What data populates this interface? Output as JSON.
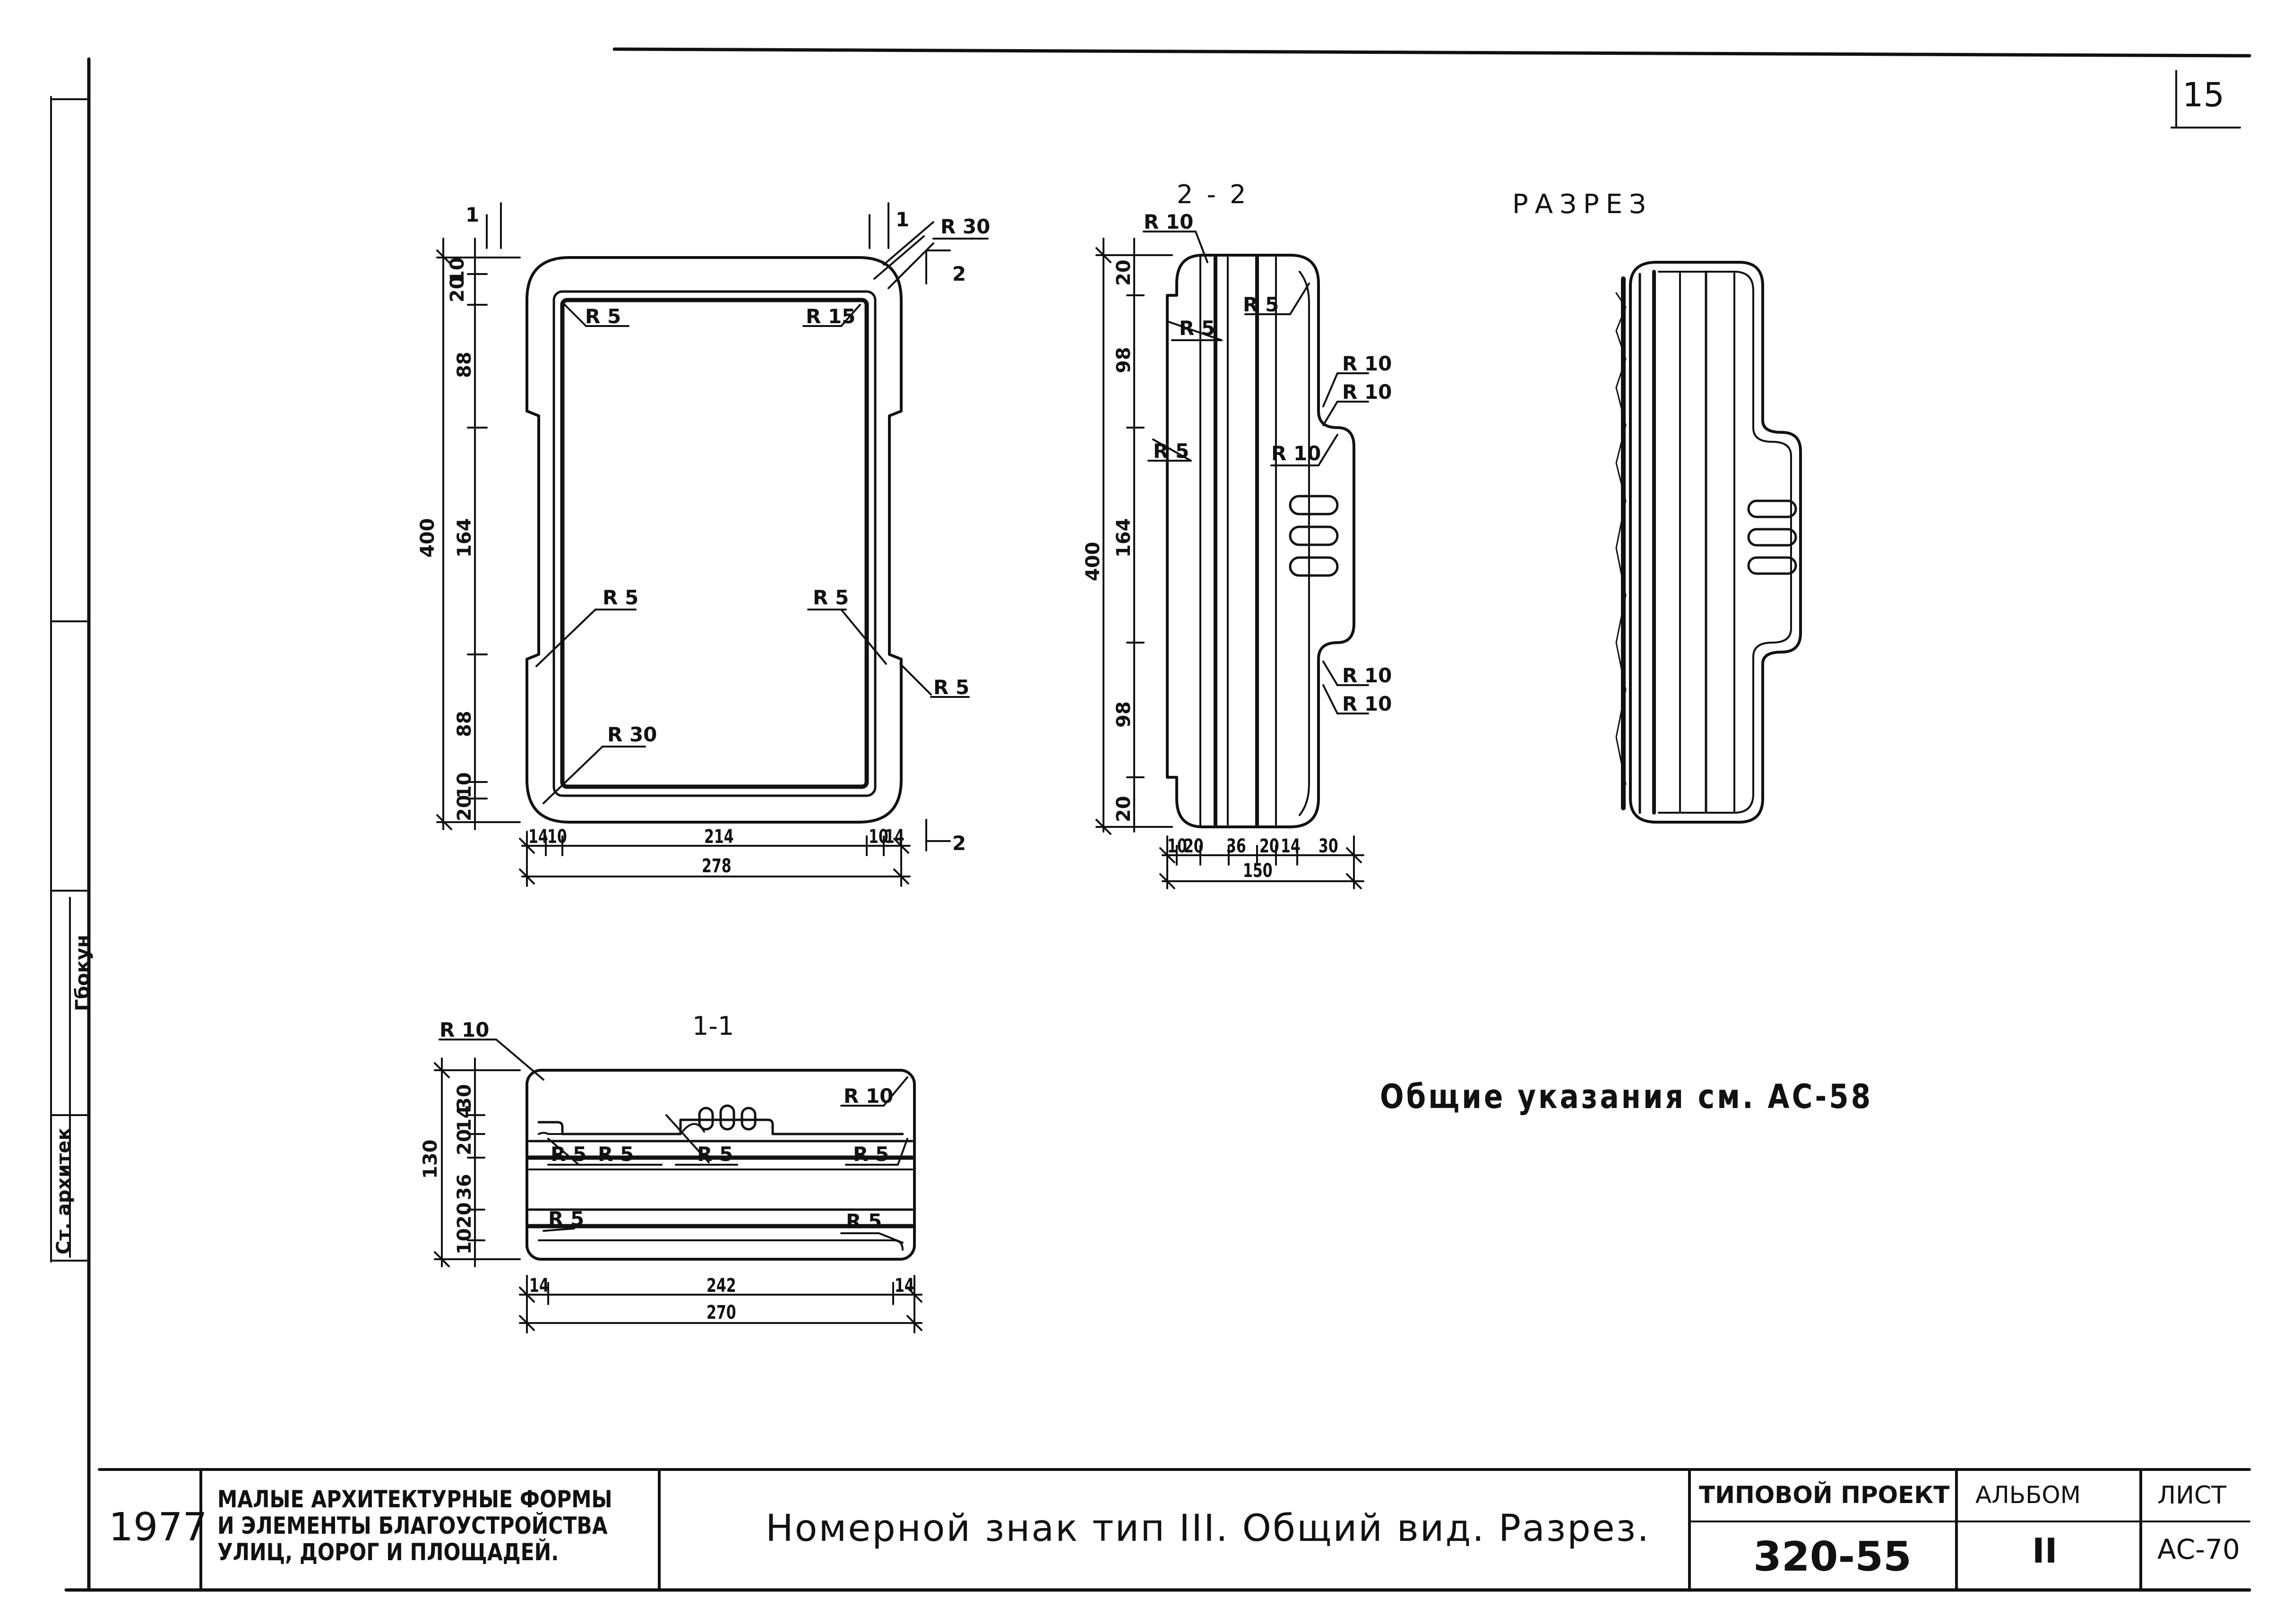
{
  "sheet": {
    "corner_number": "15"
  },
  "side_stamp": {
    "role": "Ст. архитек",
    "name": "Гбокун"
  },
  "views": {
    "plan": {
      "labels": {
        "r5_top_left": "R 5",
        "r15": "R 15",
        "r30_top": "R 30",
        "r5_left_mid": "R 5",
        "r5_right_mid": "R 5",
        "r5_right_out": "R 5",
        "r30_bottom": "R 30"
      },
      "cut_marks": {
        "top_left": "1",
        "top_right": "1",
        "right_top": "2",
        "right_bottom": "2"
      },
      "dims_vertical": {
        "d10": "10",
        "d20_top": "20",
        "d88_top": "88",
        "d164": "164",
        "d88_bottom": "88",
        "d10_bottom": "10",
        "d20_bottom": "20",
        "total": "400"
      },
      "dims_horizontal": {
        "h14l": "14",
        "h10l": "10",
        "h214": "214",
        "h10r": "10",
        "h14r": "14",
        "total": "278"
      }
    },
    "section_2_2": {
      "title": "2 - 2",
      "labels": {
        "r10_top": "R 10",
        "r5_a": "R 5",
        "r5_b": "R 5",
        "r10_a": "R 10",
        "r10_b": "R 10",
        "r5_c": "R 5",
        "r10_c": "R 10",
        "r10_d": "R 10",
        "r10_e": "R 10"
      },
      "dims_vertical": {
        "d20_top": "20",
        "d98_top": "98",
        "d164": "164",
        "d98_bottom": "98",
        "d20_bottom": "20",
        "total": "400"
      },
      "dims_horizontal": {
        "h10": "10",
        "h20a": "20",
        "h36": "36",
        "h20b": "20",
        "h14": "14",
        "h30": "30",
        "total": "150"
      }
    },
    "section_view": {
      "title": "Разрез"
    },
    "section_1_1": {
      "title": "1-1",
      "labels": {
        "r10_left": "R 10",
        "r10_right": "R 10",
        "r5_a": "R 5",
        "r5_b": "R 5",
        "r5_c": "R 5",
        "r5_d": "R 5",
        "r5_e": "R 5",
        "r5_f": "R 5"
      },
      "dims_vertical": {
        "d30": "30",
        "d14": "14",
        "d20a": "20",
        "d36": "36",
        "d20b": "20",
        "d10": "10",
        "total": "130"
      },
      "dims_horizontal": {
        "h14l": "14",
        "h242": "242",
        "h14r": "14",
        "total": "270"
      }
    }
  },
  "general_note": "Общие указания см. АС-58",
  "title_block": {
    "year": "1977",
    "album_caption_line1": "Малые архитектурные формы",
    "album_caption_line2": "и элементы благоустройства",
    "album_caption_line3": "улиц, дорог и площадей.",
    "sheet_title": "Номерной знак тип III. Общий вид. Разрез.",
    "project_label": "Типовой проект",
    "project_number": "320-55",
    "album_label": "Альбом",
    "album_number": "II",
    "sheet_label": "Лист",
    "sheet_number": "АС-70"
  }
}
